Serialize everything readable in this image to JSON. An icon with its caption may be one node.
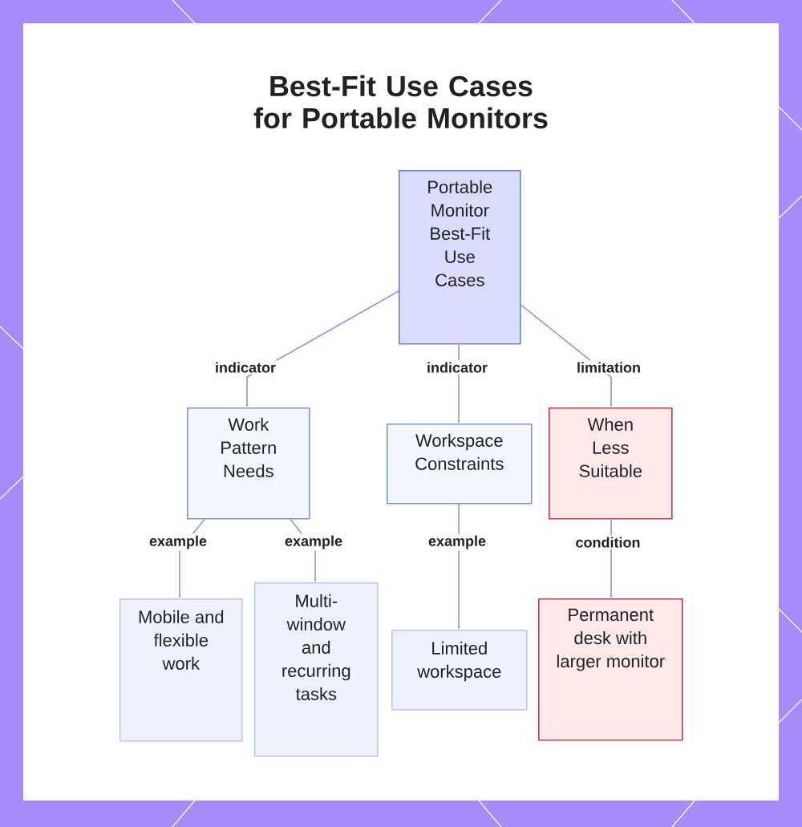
{
  "diagram": {
    "title": "Best-Fit Use Cases for Portable Monitors",
    "nodes": [
      {
        "text": [
          "Portable Monitor Best-Fit Use Cases"
        ]
      },
      {
        "text": [
          "Work Pattern Needs"
        ]
      },
      {
        "text": [
          "Workspace Constraints"
        ]
      },
      {
        "text": [
          "When Less Suitable"
        ]
      },
      {
        "text": [
          "Mobile and flexible work"
        ]
      },
      {
        "text": [
          "Multi-window and recurring tasks"
        ]
      },
      {
        "text": [
          "Limited workspace"
        ]
      },
      {
        "text": [
          "Permanent desk with larger monitor"
        ]
      }
    ],
    "edges": [
      {
        "from": 0,
        "to": 1,
        "arrow": "to",
        "label": "indicator"
      },
      {
        "from": 0,
        "to": 2,
        "arrow": "to",
        "label": "indicator"
      },
      {
        "from": 0,
        "to": 3,
        "arrow": "to",
        "label": "limitation"
      },
      {
        "from": 1,
        "to": 4,
        "arrow": "to",
        "label": "example"
      },
      {
        "from": 1,
        "to": 5,
        "arrow": "to",
        "label": "example"
      },
      {
        "from": 2,
        "to": 6,
        "arrow": "to",
        "label": "example"
      },
      {
        "from": 3,
        "to": 7,
        "arrow": "to",
        "label": "condition"
      }
    ]
  }
}
